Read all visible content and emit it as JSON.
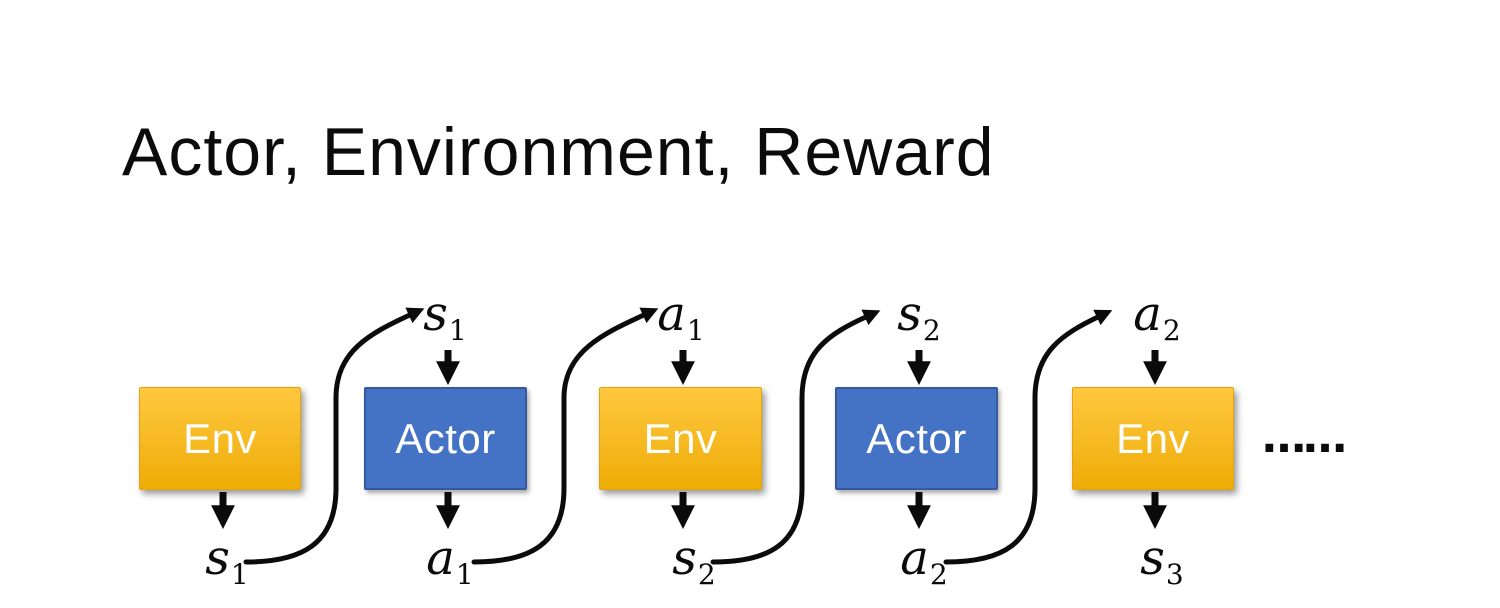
{
  "title": "Actor, Environment, Reward",
  "diagram": {
    "boxes": [
      {
        "label": "Env",
        "type": "env"
      },
      {
        "label": "Actor",
        "type": "actor"
      },
      {
        "label": "Env",
        "type": "env"
      },
      {
        "label": "Actor",
        "type": "actor"
      },
      {
        "label": "Env",
        "type": "env"
      }
    ],
    "top_labels": [
      {
        "base": "s",
        "sub": "1"
      },
      {
        "base": "a",
        "sub": "1"
      },
      {
        "base": "s",
        "sub": "2"
      },
      {
        "base": "a",
        "sub": "2"
      }
    ],
    "bottom_labels": [
      {
        "base": "s",
        "sub": "1"
      },
      {
        "base": "a",
        "sub": "1"
      },
      {
        "base": "s",
        "sub": "2"
      },
      {
        "base": "a",
        "sub": "2"
      },
      {
        "base": "s",
        "sub": "3"
      }
    ],
    "ellipsis": "……"
  },
  "colors": {
    "env_top": "#FFC83E",
    "env_bottom": "#EEAC06",
    "env_border": "#E0A312",
    "actor_fill": "#4472C4",
    "actor_border": "#35599C",
    "box_text": "#FFFFFF",
    "arrow": "#0B0B0B",
    "title_text": "#0B0B0B",
    "background": "#FFFFFF"
  }
}
